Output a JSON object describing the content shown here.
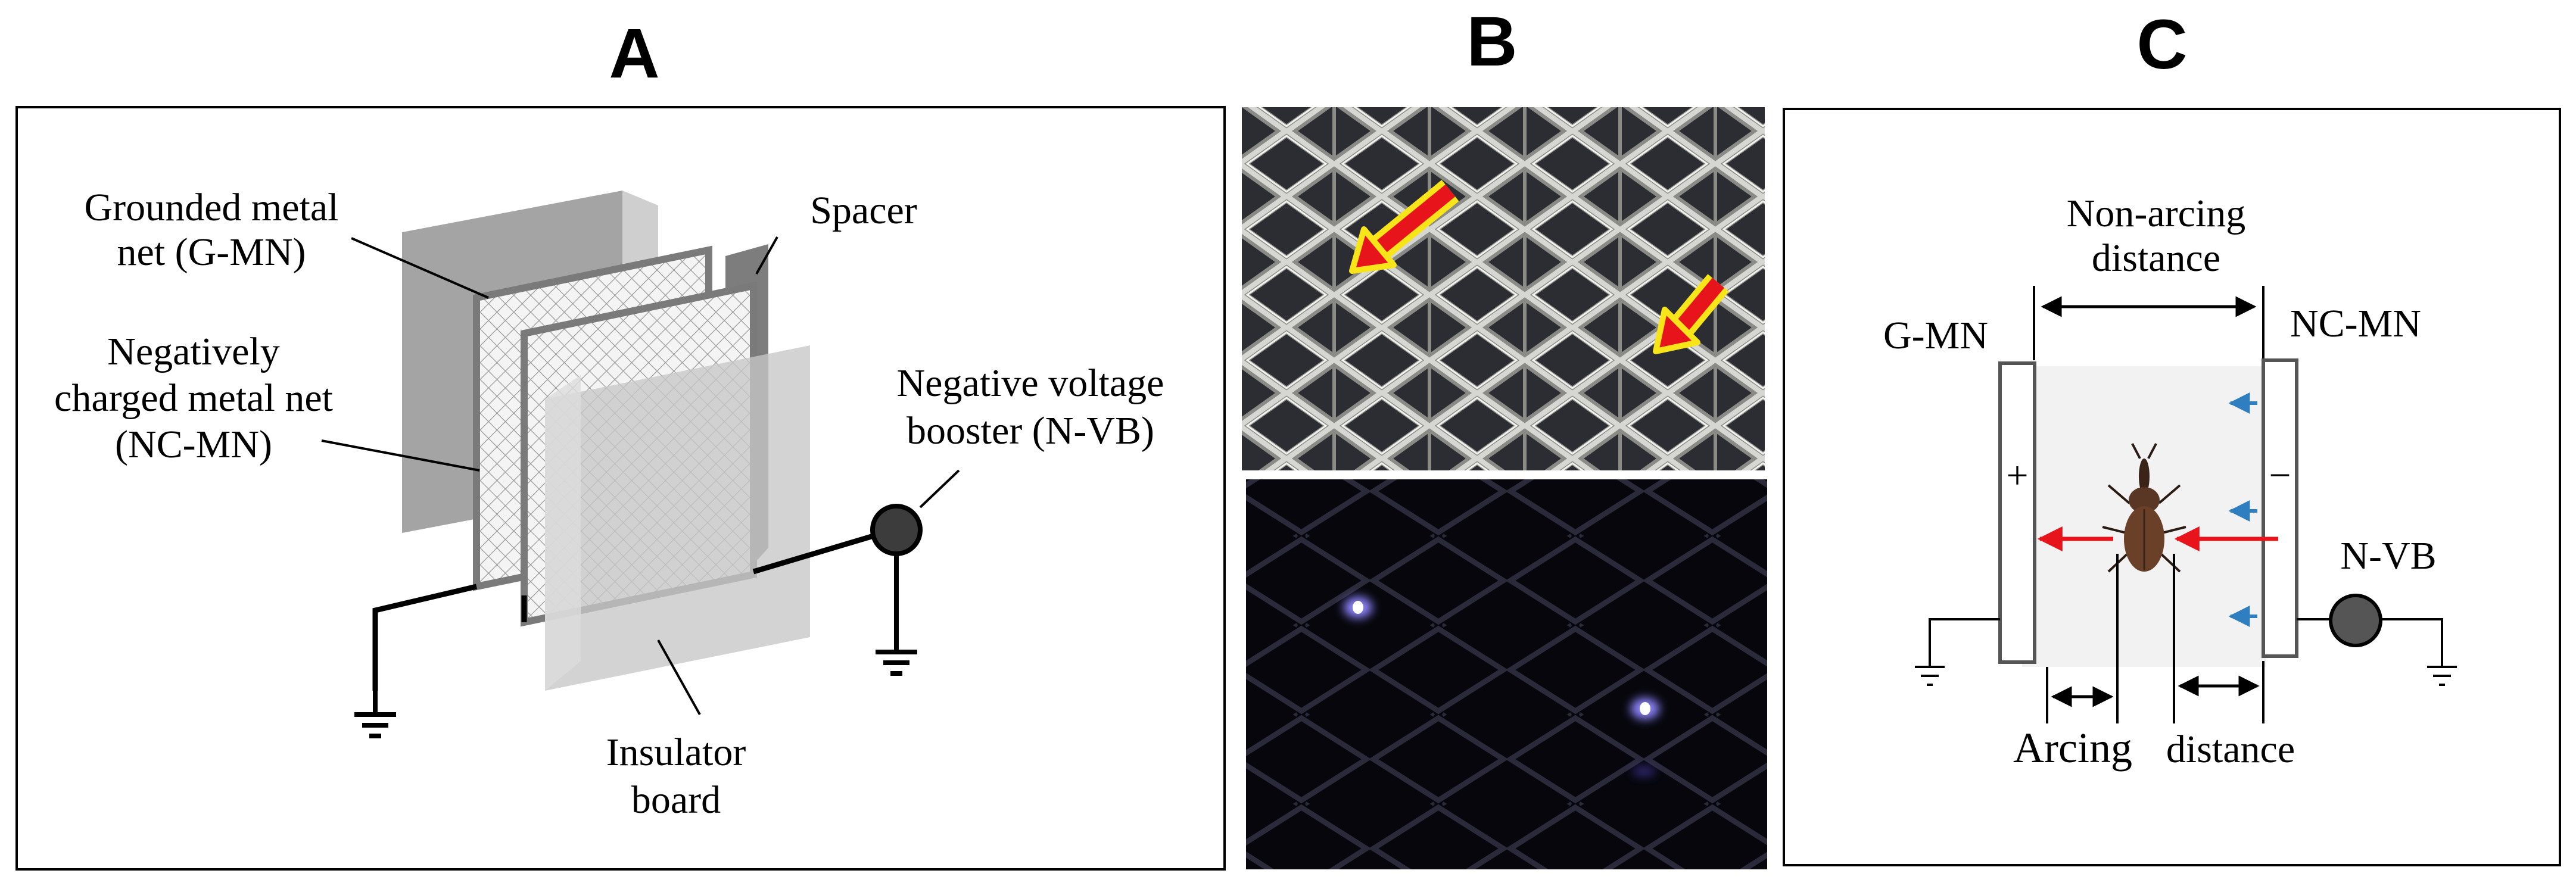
{
  "panels": {
    "a": {
      "letter": "A",
      "grounded_net_line1": "Grounded metal",
      "grounded_net_line2": "net (G-MN)",
      "negative_net_line1": "Negatively",
      "negative_net_line2": "charged metal net",
      "negative_net_line3": "(NC-MN)",
      "spacer": "Spacer",
      "booster_line1": "Negative voltage",
      "booster_line2": "booster (N-VB)",
      "insulator_line1": "Insulator",
      "insulator_line2": "board"
    },
    "b": {
      "letter": "B"
    },
    "c": {
      "letter": "C",
      "non_arcing_line1": "Non-arcing",
      "non_arcing_line2": "distance",
      "gmn": "G-MN",
      "ncmn": "NC-MN",
      "plus": "+",
      "minus": "−",
      "nvb": "N-VB",
      "arcing": "Arcing",
      "distance": "distance"
    }
  },
  "colors": {
    "arrow_red": "#e8141b",
    "arrow_outline": "#f7e51a",
    "arrow_blue": "#2f7fc0",
    "spark": "#c8c0ff",
    "photo_dark_bg": "#07070f"
  }
}
